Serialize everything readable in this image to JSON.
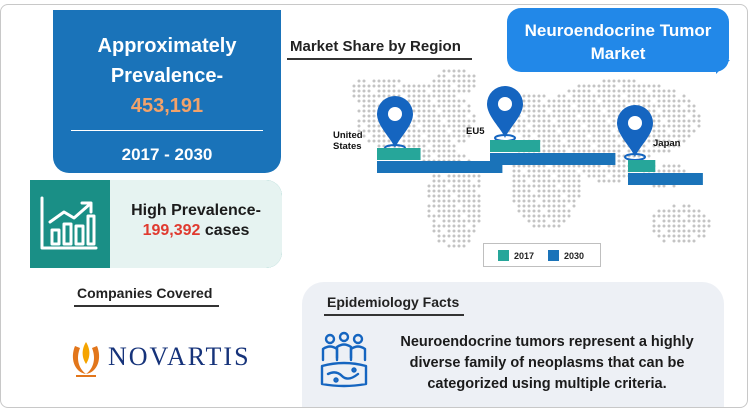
{
  "prevalence": {
    "line1": "Approximately",
    "line2": "Prevalence-",
    "value": "453,191",
    "years": "2017 - 2030"
  },
  "high_prevalence": {
    "label": "High Prevalence-",
    "value": "199,392",
    "unit": " cases",
    "icon": "growth-chart-icon"
  },
  "companies": {
    "title": "Companies Covered",
    "logo_text": "NOVARTIS"
  },
  "market_share": {
    "title": "Market Share by Region",
    "regions": [
      {
        "name": "United States",
        "label_lines": [
          "United",
          "States"
        ],
        "v2017": 0.33,
        "v2030": 0.95
      },
      {
        "name": "EU5",
        "label_lines": [
          "EU5"
        ],
        "v2017": 0.38,
        "v2030": 0.95
      },
      {
        "name": "Japan",
        "label_lines": [
          "Japan"
        ],
        "v2017": 0.35,
        "v2030": 0.96
      }
    ],
    "legend": [
      {
        "label": "2017",
        "color": "#26a69a"
      },
      {
        "label": "2030",
        "color": "#1a73b9"
      }
    ],
    "pin_color": "#1565c0"
  },
  "bubble": {
    "line1": "Neuroendocrine Tumor",
    "line2": "Market"
  },
  "epidemiology": {
    "title": "Epidemiology Facts",
    "text": "Neuroendocrine tumors represent a highly diverse family of neoplasms that can be categorized using multiple criteria."
  }
}
